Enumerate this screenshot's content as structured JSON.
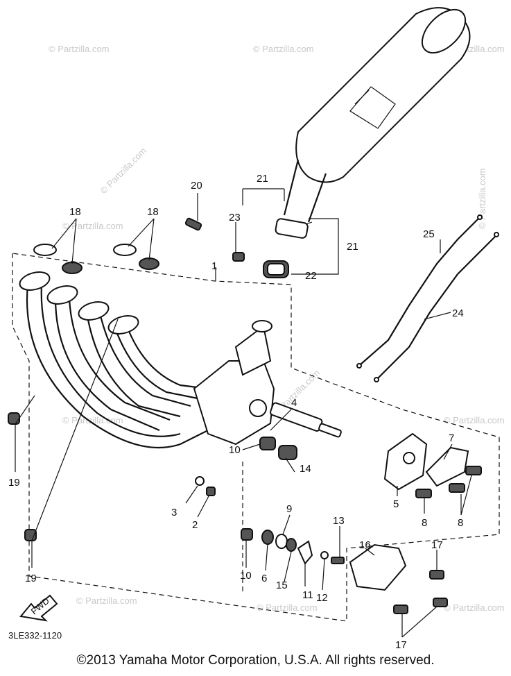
{
  "diagram_code": "3LE332-1120",
  "copyright": "©2013 Yamaha Motor Corporation, U.S.A. All rights reserved.",
  "watermark": "© Partzilla.com",
  "fwd_label": "FWD",
  "callouts": {
    "c1": "1",
    "c2": "2",
    "c3": "3",
    "c4": "4",
    "c5": "5",
    "c6": "6",
    "c7": "7",
    "c8a": "8",
    "c8b": "8",
    "c9": "9",
    "c10a": "10",
    "c10b": "10",
    "c11": "11",
    "c12": "12",
    "c13": "13",
    "c14": "14",
    "c15": "15",
    "c16": "16",
    "c17a": "17",
    "c17b": "17",
    "c18a": "18",
    "c18b": "18",
    "c19a": "19",
    "c19b": "19",
    "c20": "20",
    "c21a": "21",
    "c21b": "21",
    "c22": "22",
    "c23": "23",
    "c24": "24",
    "c25": "25"
  }
}
